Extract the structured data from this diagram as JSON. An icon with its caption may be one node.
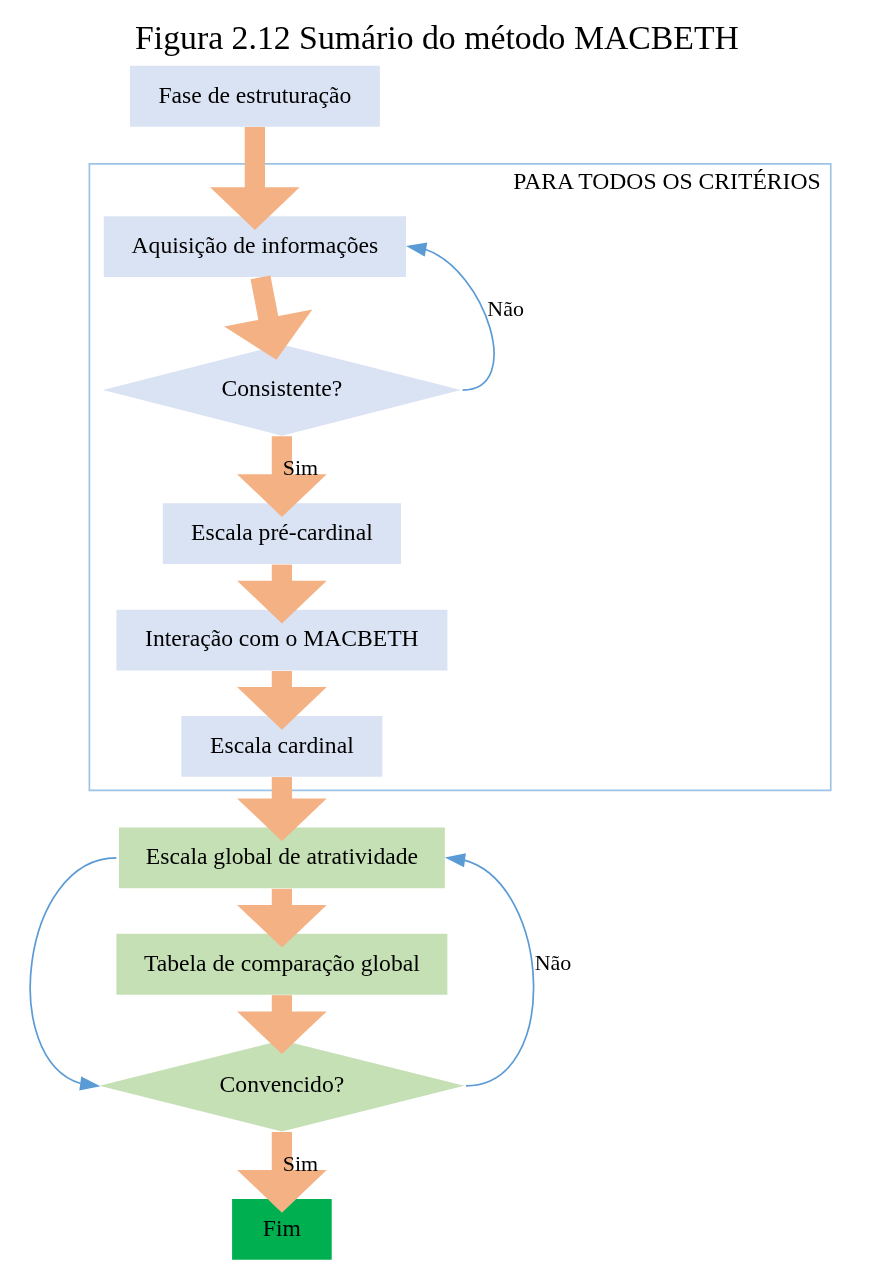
{
  "diagram": {
    "title": "Figura 2.12 Sumário do método MACBETH",
    "nodes": [
      {
        "text": [
          "Fase de estruturação"
        ]
      },
      {
        "text": [
          "PARA TODOS OS CRITÉRIOS"
        ]
      },
      {
        "text": [
          "Aquisição de informações"
        ],
        "in": 1
      },
      {
        "text": [
          "Consistente?"
        ],
        "in": 1
      },
      {
        "text": [
          "Escala pré-cardinal"
        ],
        "in": 1
      },
      {
        "text": [
          "Interação com o MACBETH"
        ],
        "in": 1
      },
      {
        "text": [
          "Escala cardinal"
        ],
        "in": 1
      },
      {
        "text": [
          "Escala global de atratividade"
        ]
      },
      {
        "text": [
          "Tabela de comparação global"
        ]
      },
      {
        "text": [
          "Convencido?"
        ]
      },
      {
        "text": [
          "Fim"
        ]
      }
    ],
    "edges": [
      {
        "from": 0,
        "to": 2,
        "arrow": "to"
      },
      {
        "from": 2,
        "to": 3,
        "arrow": "to"
      },
      {
        "from": 3,
        "to": 4,
        "arrow": "to",
        "label": "Sim"
      },
      {
        "from": 4,
        "to": 5,
        "arrow": "to"
      },
      {
        "from": 5,
        "to": 6,
        "arrow": "to"
      },
      {
        "from": 6,
        "to": 7,
        "arrow": "to"
      },
      {
        "from": 7,
        "to": 8,
        "arrow": "to"
      },
      {
        "from": 8,
        "to": 9,
        "arrow": "to"
      },
      {
        "from": 9,
        "to": 10,
        "arrow": "to",
        "label": "Sim"
      },
      {
        "from": 3,
        "to": 2,
        "arrow": "to",
        "color": "#5b9bd5",
        "label": "Não"
      },
      {
        "from": 9,
        "to": 7,
        "arrow": "to",
        "color": "#5b9bd5",
        "label": "Não"
      },
      {
        "from": 7,
        "to": 9,
        "arrow": "to",
        "color": "#5b9bd5"
      }
    ]
  }
}
